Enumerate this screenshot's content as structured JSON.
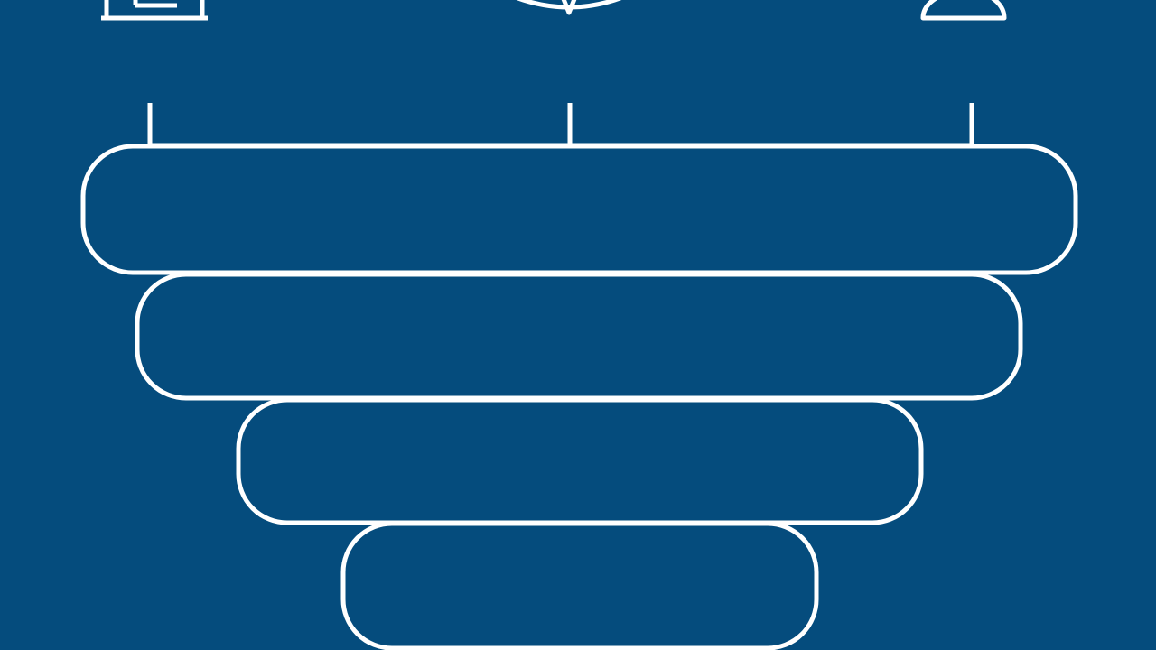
{
  "theme": {
    "background": "#054c7d",
    "stroke": "#ffffff"
  },
  "diagram": {
    "type": "funnel",
    "levels": 4,
    "connectors": 3,
    "icons": [
      {
        "name": "laptop-icon"
      },
      {
        "name": "handshake-icon"
      },
      {
        "name": "user-icon"
      }
    ]
  }
}
